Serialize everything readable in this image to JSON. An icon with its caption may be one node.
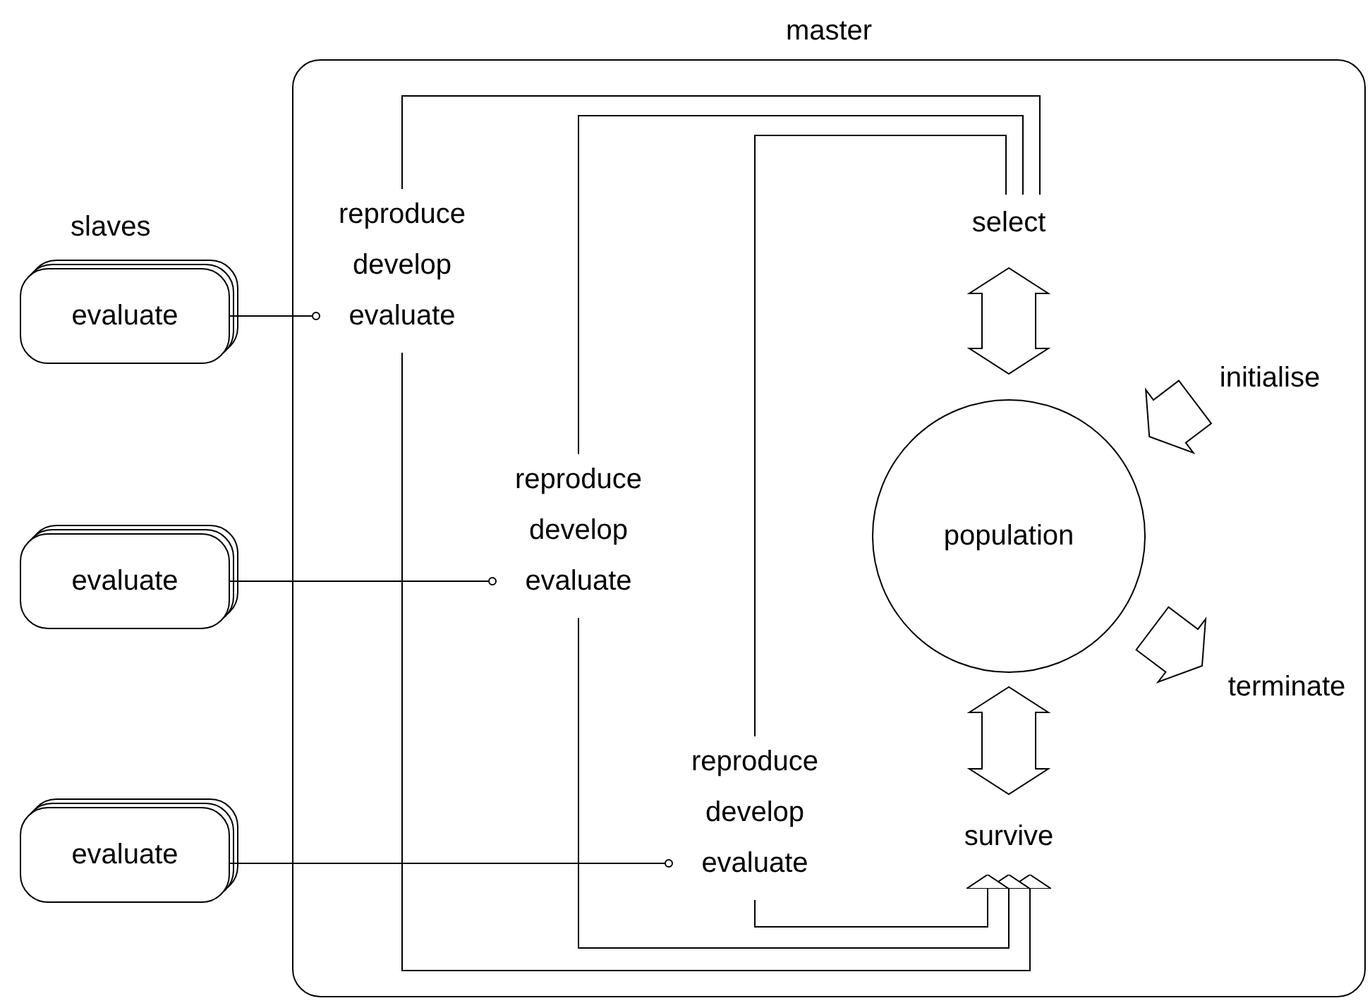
{
  "diagram": {
    "nodes": [
      {
        "text": [
          "master"
        ]
      },
      {
        "text": [
          "reproduce develop evaluate"
        ],
        "in": 0
      },
      {
        "text": [
          "select"
        ],
        "in": 0
      },
      {
        "text": [
          "reproduce develop evaluate"
        ],
        "in": 0
      },
      {
        "text": [
          "population"
        ],
        "in": 0
      },
      {
        "text": [
          "reproduce develop evaluate"
        ],
        "in": 0
      },
      {
        "text": [
          "survive"
        ],
        "in": 0
      },
      {
        "text": [
          "evaluate"
        ]
      },
      {
        "text": [
          "evaluate"
        ]
      },
      {
        "text": [
          "evaluate"
        ]
      },
      {
        "text": [
          "initialise"
        ],
        "in": 0
      },
      {
        "text": [
          "terminate"
        ],
        "in": 0
      }
    ],
    "edges": [
      {
        "from": 2,
        "to": 1,
        "arrow": "none"
      },
      {
        "from": 2,
        "to": 3,
        "arrow": "none"
      },
      {
        "from": 2,
        "to": 5,
        "arrow": "none"
      },
      {
        "from": 1,
        "to": 6,
        "arrow": "to"
      },
      {
        "from": 3,
        "to": 6,
        "arrow": "to"
      },
      {
        "from": 5,
        "to": 6,
        "arrow": "to"
      },
      {
        "from": 7,
        "to": 1,
        "arrow": "other"
      },
      {
        "from": 8,
        "to": 3,
        "arrow": "other"
      },
      {
        "from": 9,
        "to": 5,
        "arrow": "other"
      },
      {
        "from": 2,
        "to": 4,
        "arrow": "both",
        "style": "thick"
      },
      {
        "from": 4,
        "to": 6,
        "arrow": "both",
        "style": "thick"
      },
      {
        "from": 10,
        "to": 4,
        "arrow": "to",
        "style": "thick"
      },
      {
        "from": 4,
        "to": 11,
        "arrow": "to",
        "style": "thick"
      }
    ],
    "labels": [
      "slaves"
    ]
  }
}
